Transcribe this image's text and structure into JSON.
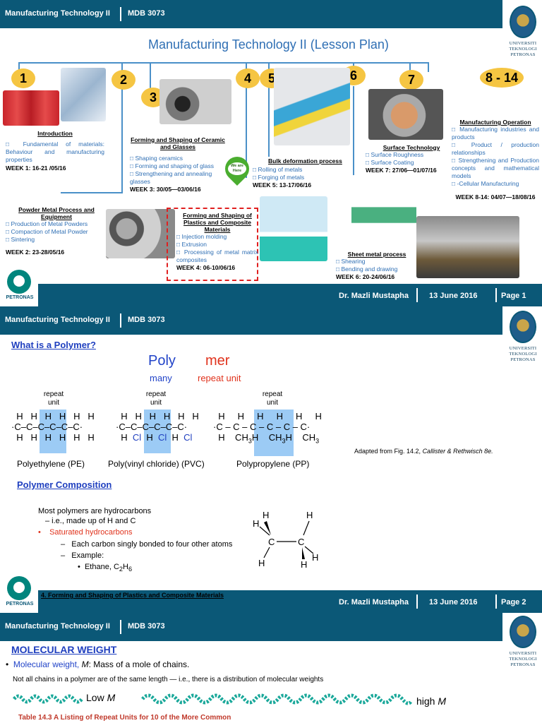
{
  "header": {
    "course": "Manufacturing Technology II",
    "code": "MDB 3073"
  },
  "logo_text": [
    "UNIVERSITI",
    "TEKNOLOGI",
    "PETRONAS"
  ],
  "footer": {
    "author": "Dr. Mazli Mustapha",
    "date": "13 June 2016",
    "page1": "Page 1",
    "page2": "Page 2",
    "petronas": "PETRONAS"
  },
  "slide1": {
    "title": "Manufacturing Technology II (Lesson Plan)",
    "steps": [
      "1",
      "2",
      "3",
      "4",
      "5",
      "6",
      "7",
      "8 - 14"
    ],
    "intro": {
      "title": "Introduction",
      "items": [
        "Fundamental of materials: Behaviour and manufacturing properties"
      ],
      "week": "WEEK 1: 16-21 /05/16"
    },
    "powder": {
      "title": "Powder Metal Process and Equipment",
      "items": [
        "Production of Metal Powders",
        "Compaction of Metal Powder",
        "Sintering"
      ],
      "week": "WEEK 2: 23-28/05/16"
    },
    "ceramic": {
      "title": "Forming and Shaping of Ceramic and Glasses",
      "items": [
        "Shaping ceramics",
        "Forming and shaping of glass",
        "Strengthening and annealing glasses"
      ],
      "week": "WEEK 3: 30/05—03/06/16"
    },
    "plastics": {
      "title": "Forming and Shaping of Plastics and Composite Materials",
      "items": [
        "Injection molding",
        "Extrusion",
        "Processing of metal matrix composites"
      ],
      "week": "WEEK 4: 06-10/06/16"
    },
    "bulk": {
      "title": "Bulk deformation process",
      "items": [
        "Rolling of metals",
        "Forging of metals"
      ],
      "week": "WEEK 5: 13-17/06/16"
    },
    "sheet": {
      "title": "Sheet metal process",
      "items": [
        "Shearing",
        "Bending and drawing"
      ],
      "week": "WEEK 6: 20-24/06/16"
    },
    "surface": {
      "title": "Surface Technology",
      "items": [
        "Surface Roughness",
        "Surface Coating"
      ],
      "week": "WEEK 7: 27/06—01/07/16"
    },
    "mfgop": {
      "title": "Manufacturing Operation",
      "items": [
        "Manufacturing industries and products",
        "Product / production relationships",
        "Strengthening and Production concepts and mathematical models",
        "-Cellular Manufacturing"
      ],
      "week": "WEEK 8-14: 04/07—18/08/16"
    },
    "pin": "We are Here"
  },
  "slide2": {
    "title": "What is a Polymer?",
    "poly": "Poly",
    "mer": "mer",
    "many": "many",
    "repeat_unit": "repeat unit",
    "repeat_label": "repeat unit",
    "polymers": [
      "Polyethylene (PE)",
      "Poly(vinyl chloride) (PVC)",
      "Polypropylene (PP)"
    ],
    "adapted_prefix": "Adapted from Fig. 14.2, ",
    "adapted_src": "Callister & Rethwisch 8e.",
    "composition_title": "Polymer Composition",
    "lines": [
      "Most polymers are hydrocarbons",
      "– i.e., made up of  H and C",
      "Saturated hydrocarbons",
      "Each carbon singly bonded to four other atoms",
      "Example:",
      "Ethane, C"
    ],
    "ethane_sub1": "2",
    "ethane_H": "H",
    "ethane_sub2": "6",
    "footer_topic": "4. Forming and Shaping of Plastics and  Composite Materials"
  },
  "slide3": {
    "title": "MOLECULAR WEIGHT",
    "bullet_term": "Molecular weight, ",
    "bullet_M": "M",
    "bullet_rest": ":  Mass of a mole of chains.",
    "note": "Not all chains in a polymer are of the same length — i.e., there is a distribution of molecular weights",
    "low": "Low ",
    "high": "high ",
    "M": "M",
    "table_caption": "Table 14.3   A Listing of Repeat Units for 10 of the More Common"
  }
}
